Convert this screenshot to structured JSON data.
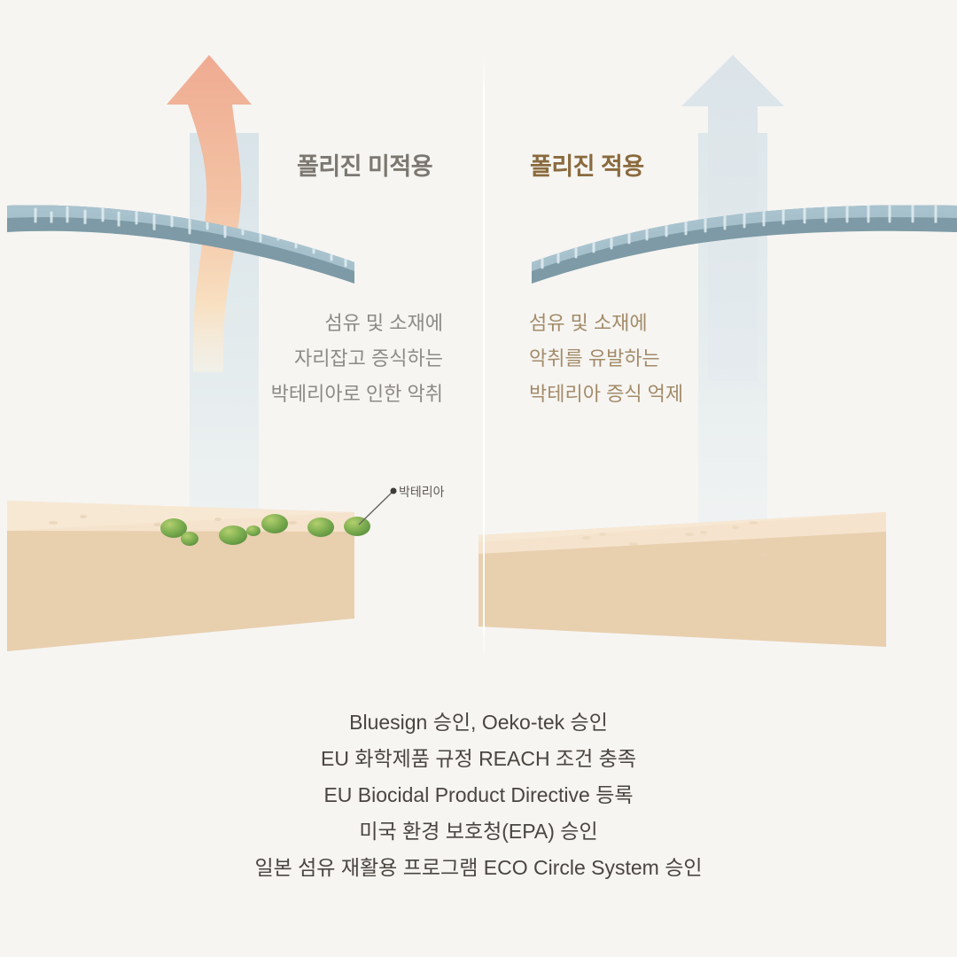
{
  "background_color": "#f6f5f2",
  "panels": [
    {
      "id": "untreated",
      "heading": "폴리진 미적용",
      "heading_color": "#7c7770",
      "caption_color": "#8d8a86",
      "caption_lines": [
        "섬유 및 소재에",
        "자리잡고 증식하는",
        "박테리아로 인한 악취"
      ],
      "arrow": {
        "type": "wavy-up-arrow",
        "meaning": "odor-rising",
        "color_top": "#eeac94",
        "color_bottom": "#fbf0dc"
      },
      "fabric": {
        "top_color": "#a9c3ce",
        "bottom_color": "#7d9aa6",
        "organisms": "green-bacteria",
        "organism_color": "#72a64a"
      },
      "skin": {
        "top_color": "#f5e3cd",
        "front_color": "#e8cfae",
        "organisms": "green-bacteria",
        "organism_color": "#6fa34c"
      },
      "callout": {
        "label": "박테리아",
        "color": "#5f5a55"
      }
    },
    {
      "id": "treated",
      "heading": "폴리진 적용",
      "heading_color": "#8a6a3e",
      "caption_color": "#a38b69",
      "caption_lines": [
        "섬유 및 소재에",
        "악취를 유발하는",
        "박테리아 증식 억제"
      ],
      "arrow": {
        "type": "straight-up-arrow",
        "meaning": "clean-air-rising",
        "color_top": "#dde5e9",
        "color_bottom": "#e3e9ec"
      },
      "fabric": {
        "top_color": "#a9c3ce",
        "bottom_color": "#7d9aa6",
        "organisms": "white-droplets",
        "organism_color": "#ddeef5"
      },
      "skin": {
        "top_color": "#f7eada",
        "front_color": "#e8cfae",
        "organisms": "none",
        "organism_color": "#e0c7a5"
      },
      "callout": null
    }
  ],
  "divider": {
    "name": "vertical-divider",
    "color": "#ffffff"
  },
  "certifications": {
    "text_color": "#4a4540",
    "lines": [
      "Bluesign 승인, Oeko-tek 승인",
      "EU 화학제품 규정 REACH 조건 충족",
      "EU Biocidal Product Directive 등록",
      "미국 환경 보호청(EPA) 승인",
      "일본 섬유 재활용 프로그램 ECO Circle System 승인"
    ]
  }
}
